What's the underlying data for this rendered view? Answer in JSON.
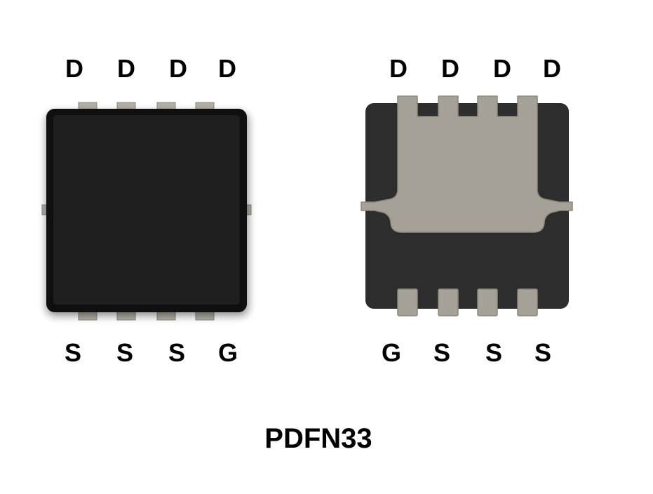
{
  "title": "PDFN33",
  "top_view": {
    "top_pins": [
      "D",
      "D",
      "D",
      "D"
    ],
    "bottom_pins": [
      "S",
      "S",
      "S",
      "G"
    ]
  },
  "bottom_view": {
    "top_pins": [
      "D",
      "D",
      "D",
      "D"
    ],
    "bottom_pins": [
      "G",
      "S",
      "S",
      "S"
    ]
  },
  "colors": {
    "body": "#1c1c1c",
    "body_edge": "#0e0e0e",
    "pad": "#a6a196",
    "pad_edge": "#8c877c",
    "bottom_body": "#2d2d2d"
  }
}
